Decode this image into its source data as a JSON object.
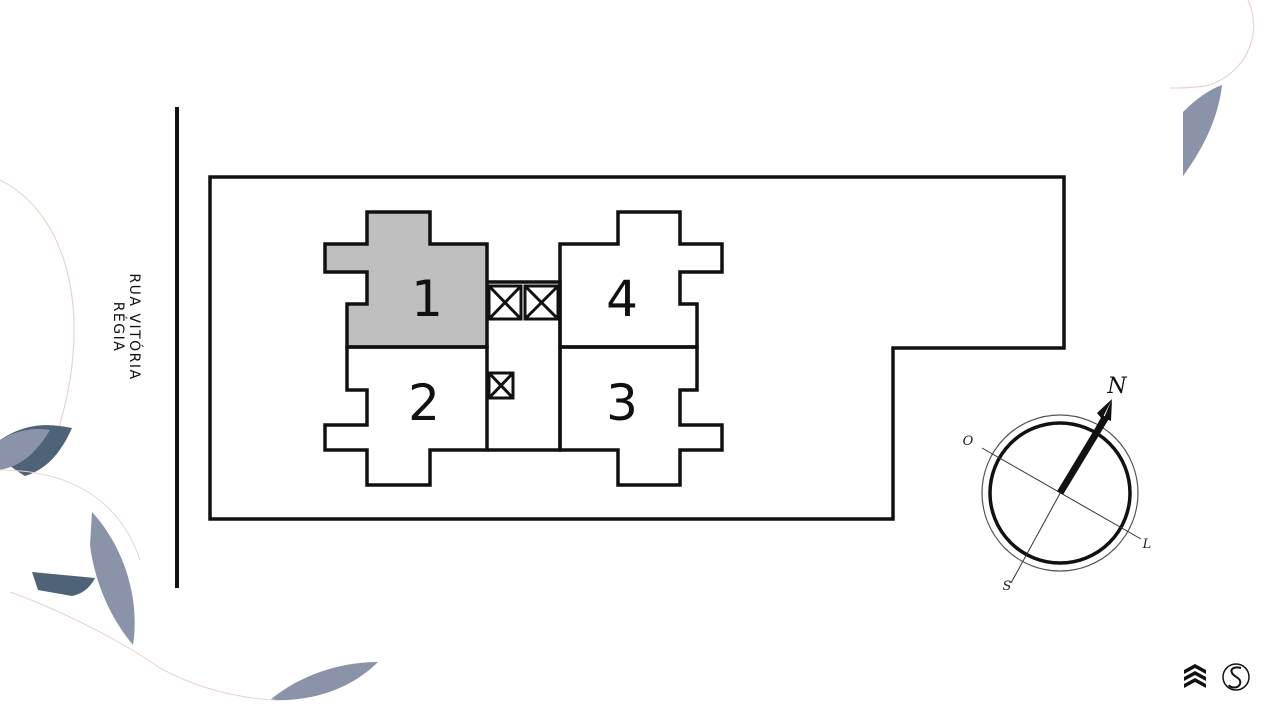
{
  "street": {
    "line1": "RUA VITÓRIA",
    "line2": "RÉGIA"
  },
  "units": [
    {
      "label": "1",
      "highlighted": true
    },
    {
      "label": "2",
      "highlighted": false
    },
    {
      "label": "3",
      "highlighted": false
    },
    {
      "label": "4",
      "highlighted": false
    }
  ],
  "compass": {
    "north": "N",
    "east": "L",
    "south": "S",
    "west": "O"
  },
  "colors": {
    "highlight_fill": "#bfbfbf",
    "leaf_dark": "#4e6378",
    "leaf_mid": "#8a93a8",
    "leaf_line": "#e8d6cc",
    "ink": "#111111"
  },
  "icons": [
    "stacked-chevron-logo-icon",
    "script-s-logo-icon",
    "elevator-icon",
    "compass-rose-icon"
  ]
}
